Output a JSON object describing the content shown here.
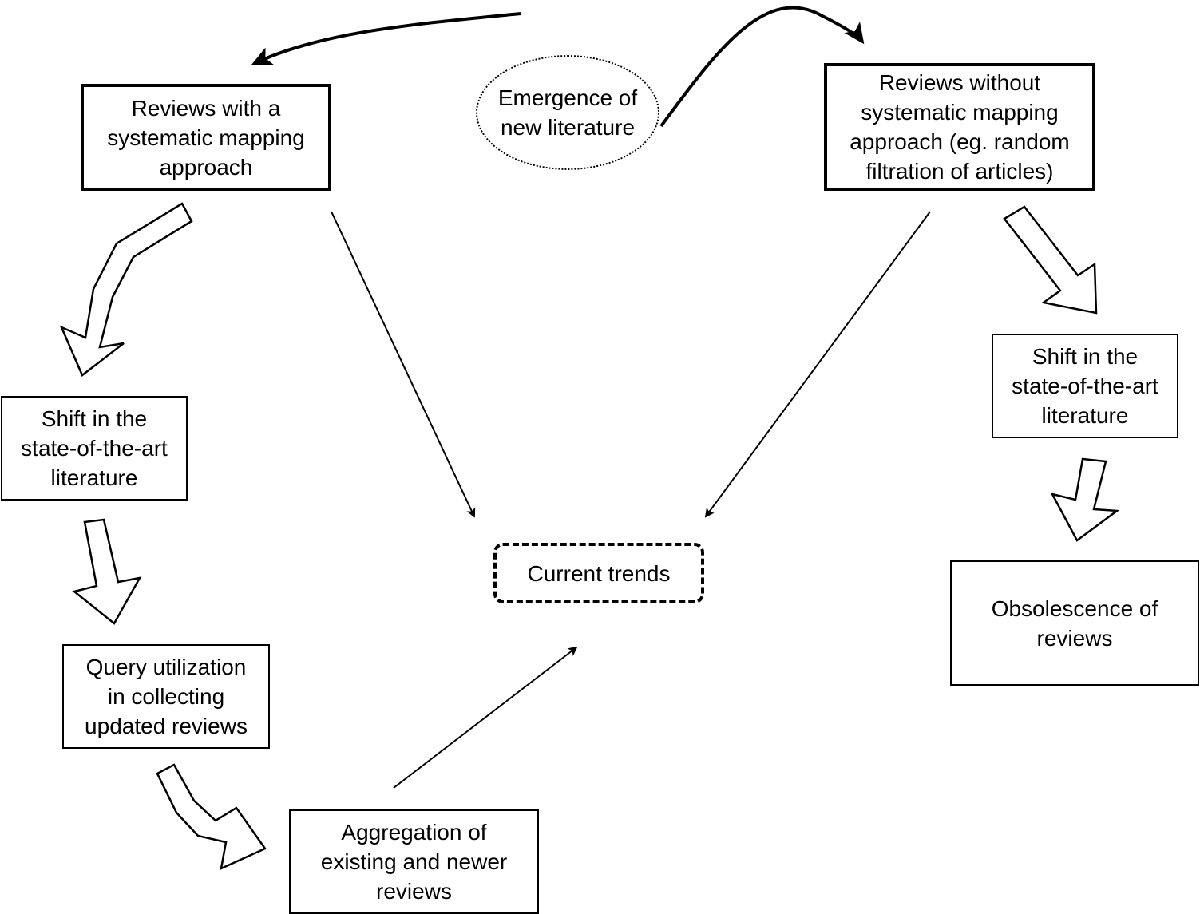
{
  "nodes": {
    "emergence": "Emergence of new literature",
    "reviews_with": "Reviews with a systematic mapping approach",
    "reviews_without": "Reviews without systematic mapping approach (eg. random filtration of articles)",
    "shift_left": "Shift in the state-of-the-art literature",
    "query": "Query utilization in collecting updated reviews",
    "aggregation": "Aggregation of existing and newer reviews",
    "current_trends": "Current trends",
    "shift_right": "Shift in the state-of-the-art literature",
    "obsolescence": "Obsolescence of reviews"
  },
  "lines": {
    "emergence": [
      "Emergence of",
      "new literature"
    ],
    "reviews_with": [
      "Reviews with a",
      "systematic mapping",
      "approach"
    ],
    "reviews_without": [
      "Reviews without",
      "systematic mapping",
      "approach (eg. random",
      "filtration of articles)"
    ],
    "shift_left": [
      "Shift in the",
      "state-of-the-art",
      "literature"
    ],
    "query": [
      "Query utilization",
      "in collecting",
      "updated reviews"
    ],
    "aggregation": [
      "Aggregation of",
      "existing and newer",
      "reviews"
    ],
    "current_trends": [
      "Current trends"
    ],
    "shift_right": [
      "Shift in the",
      "state-of-the-art",
      "literature"
    ],
    "obsolescence": [
      "Obsolescence of",
      "reviews"
    ]
  }
}
